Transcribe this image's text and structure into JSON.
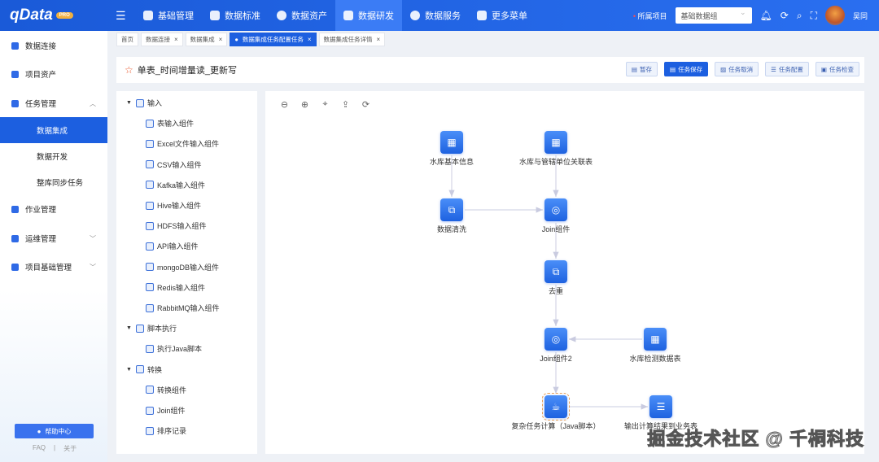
{
  "header": {
    "logo": "qData",
    "logo_badge": "PRO",
    "nav": [
      {
        "label": "基础管理",
        "icon": "gear-cube-icon"
      },
      {
        "label": "数据标准",
        "icon": "book-icon"
      },
      {
        "label": "数据资产",
        "icon": "target-icon"
      },
      {
        "label": "数据研发",
        "icon": "cube-icon",
        "active": true
      },
      {
        "label": "数据服务",
        "icon": "service-icon"
      },
      {
        "label": "更多菜单",
        "icon": "grid-icon"
      }
    ],
    "project_label": "所属项目",
    "project_value": "基础数据组",
    "user": "吴同"
  },
  "sidebar": {
    "items": [
      {
        "label": "数据连接"
      },
      {
        "label": "项目资产"
      },
      {
        "label": "任务管理"
      },
      {
        "label": "数据集成",
        "active": true
      },
      {
        "label": "数据开发"
      },
      {
        "label": "整库同步任务"
      },
      {
        "label": "作业管理"
      },
      {
        "label": "运维管理"
      },
      {
        "label": "项目基础管理"
      }
    ],
    "help": "帮助中心",
    "faq": "FAQ",
    "sep": "|",
    "about": "关于"
  },
  "tabs": [
    {
      "label": "首页"
    },
    {
      "label": "数据连接"
    },
    {
      "label": "数据集成"
    },
    {
      "label": "数据集成任务配置任务",
      "active": true
    },
    {
      "label": "数据集成任务详情"
    }
  ],
  "page": {
    "title": "单表_时间增量读_更新写",
    "buttons": [
      "暂存",
      "任务保存",
      "任务取消",
      "任务配置",
      "任务检查"
    ]
  },
  "tree": {
    "groups": [
      {
        "label": "输入",
        "items": [
          "表输入组件",
          "Excel文件输入组件",
          "CSV输入组件",
          "Kafka输入组件",
          "Hive输入组件",
          "HDFS输入组件",
          "API输入组件",
          "mongoDB输入组件",
          "Redis输入组件",
          "RabbitMQ输入组件"
        ]
      },
      {
        "label": "脚本执行",
        "items": [
          "执行Java脚本"
        ]
      },
      {
        "label": "转换",
        "items": [
          "转换组件",
          "Join组件",
          "排序记录"
        ]
      }
    ]
  },
  "canvas": {
    "tools": [
      "zoom-out-icon",
      "zoom-in-icon",
      "locate-icon",
      "export-icon",
      "refresh-icon"
    ],
    "nodes": [
      "水库基本信息",
      "水库与管辖单位关联表",
      "数据清洗",
      "Join组件",
      "去重",
      "Join组件2",
      "水库检测数据表",
      "复杂任务计算（Java脚本）",
      "输出计算结果到业务表"
    ],
    "selected": "复杂任务计算（Java脚本）"
  },
  "watermark": "掘金技术社区 @ 千桐科技",
  "colors": {
    "primary": "#1c5fe0",
    "background": "#eef1f6"
  }
}
